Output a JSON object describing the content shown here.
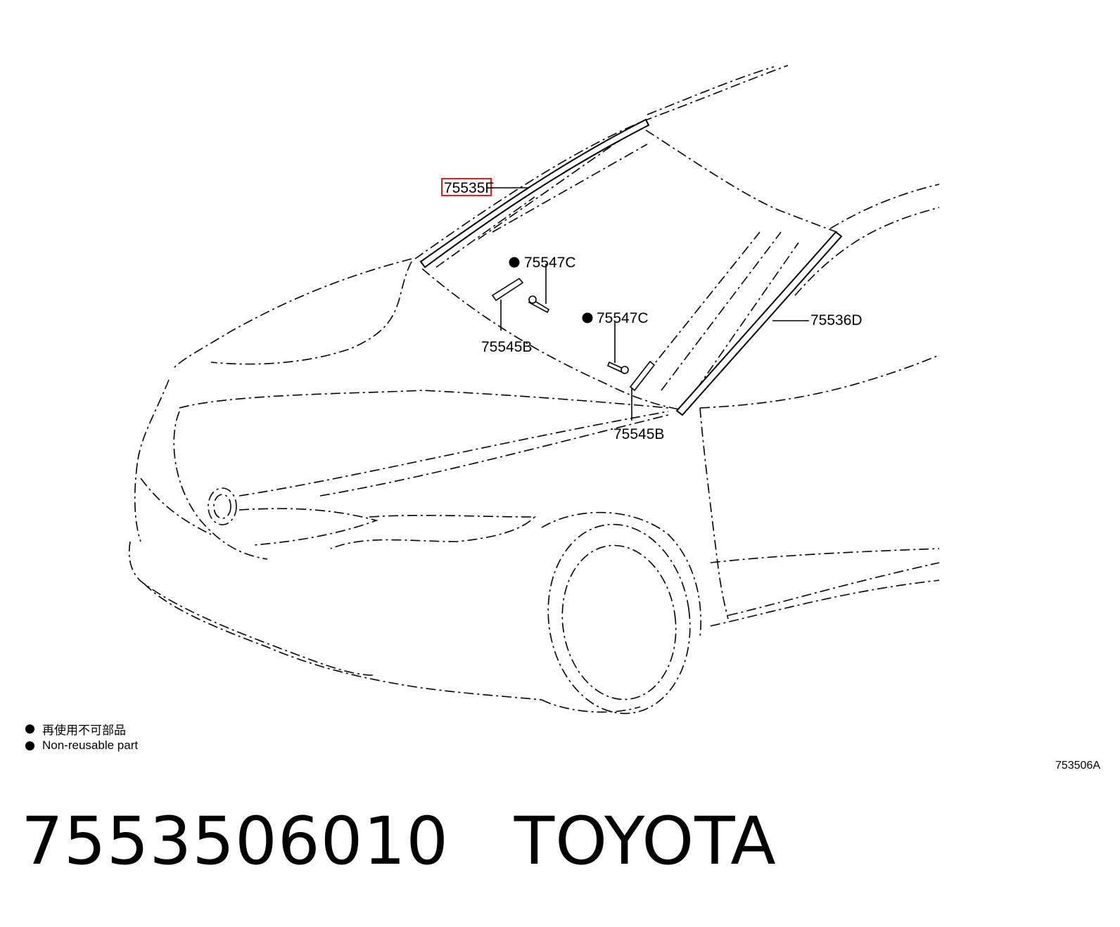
{
  "diagram": {
    "callouts": {
      "c75535F": "75535F",
      "c75547C_top": "75547C",
      "c75547C_mid": "75547C",
      "c75545B_top": "75545B",
      "c75545B_bottom": "75545B",
      "c75536D": "75536D"
    },
    "highlight_color": "#e02020",
    "illustration_code": "753506A"
  },
  "legend": {
    "jp": "再使用不可部品",
    "en": "Non-reusable part"
  },
  "caption": {
    "part_number": "7553506010",
    "brand": "TOYOTA"
  }
}
